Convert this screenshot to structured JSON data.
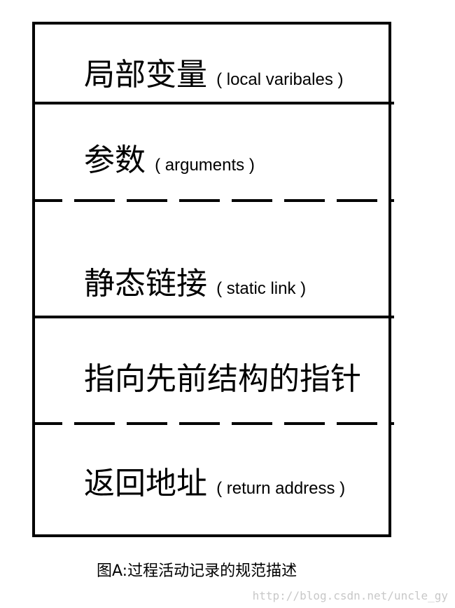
{
  "segments": [
    {
      "zh": "局部变量",
      "en": "( local varibales )"
    },
    {
      "zh": "参数",
      "en": "( arguments )"
    },
    {
      "zh": "静态链接",
      "en": "( static link )"
    },
    {
      "zh": "指向先前结构的指针",
      "en": ""
    },
    {
      "zh": "返回地址",
      "en": "( return address )"
    }
  ],
  "caption": "图A:过程活动记录的规范描述",
  "watermark": "http://blog.csdn.net/uncle_gy"
}
